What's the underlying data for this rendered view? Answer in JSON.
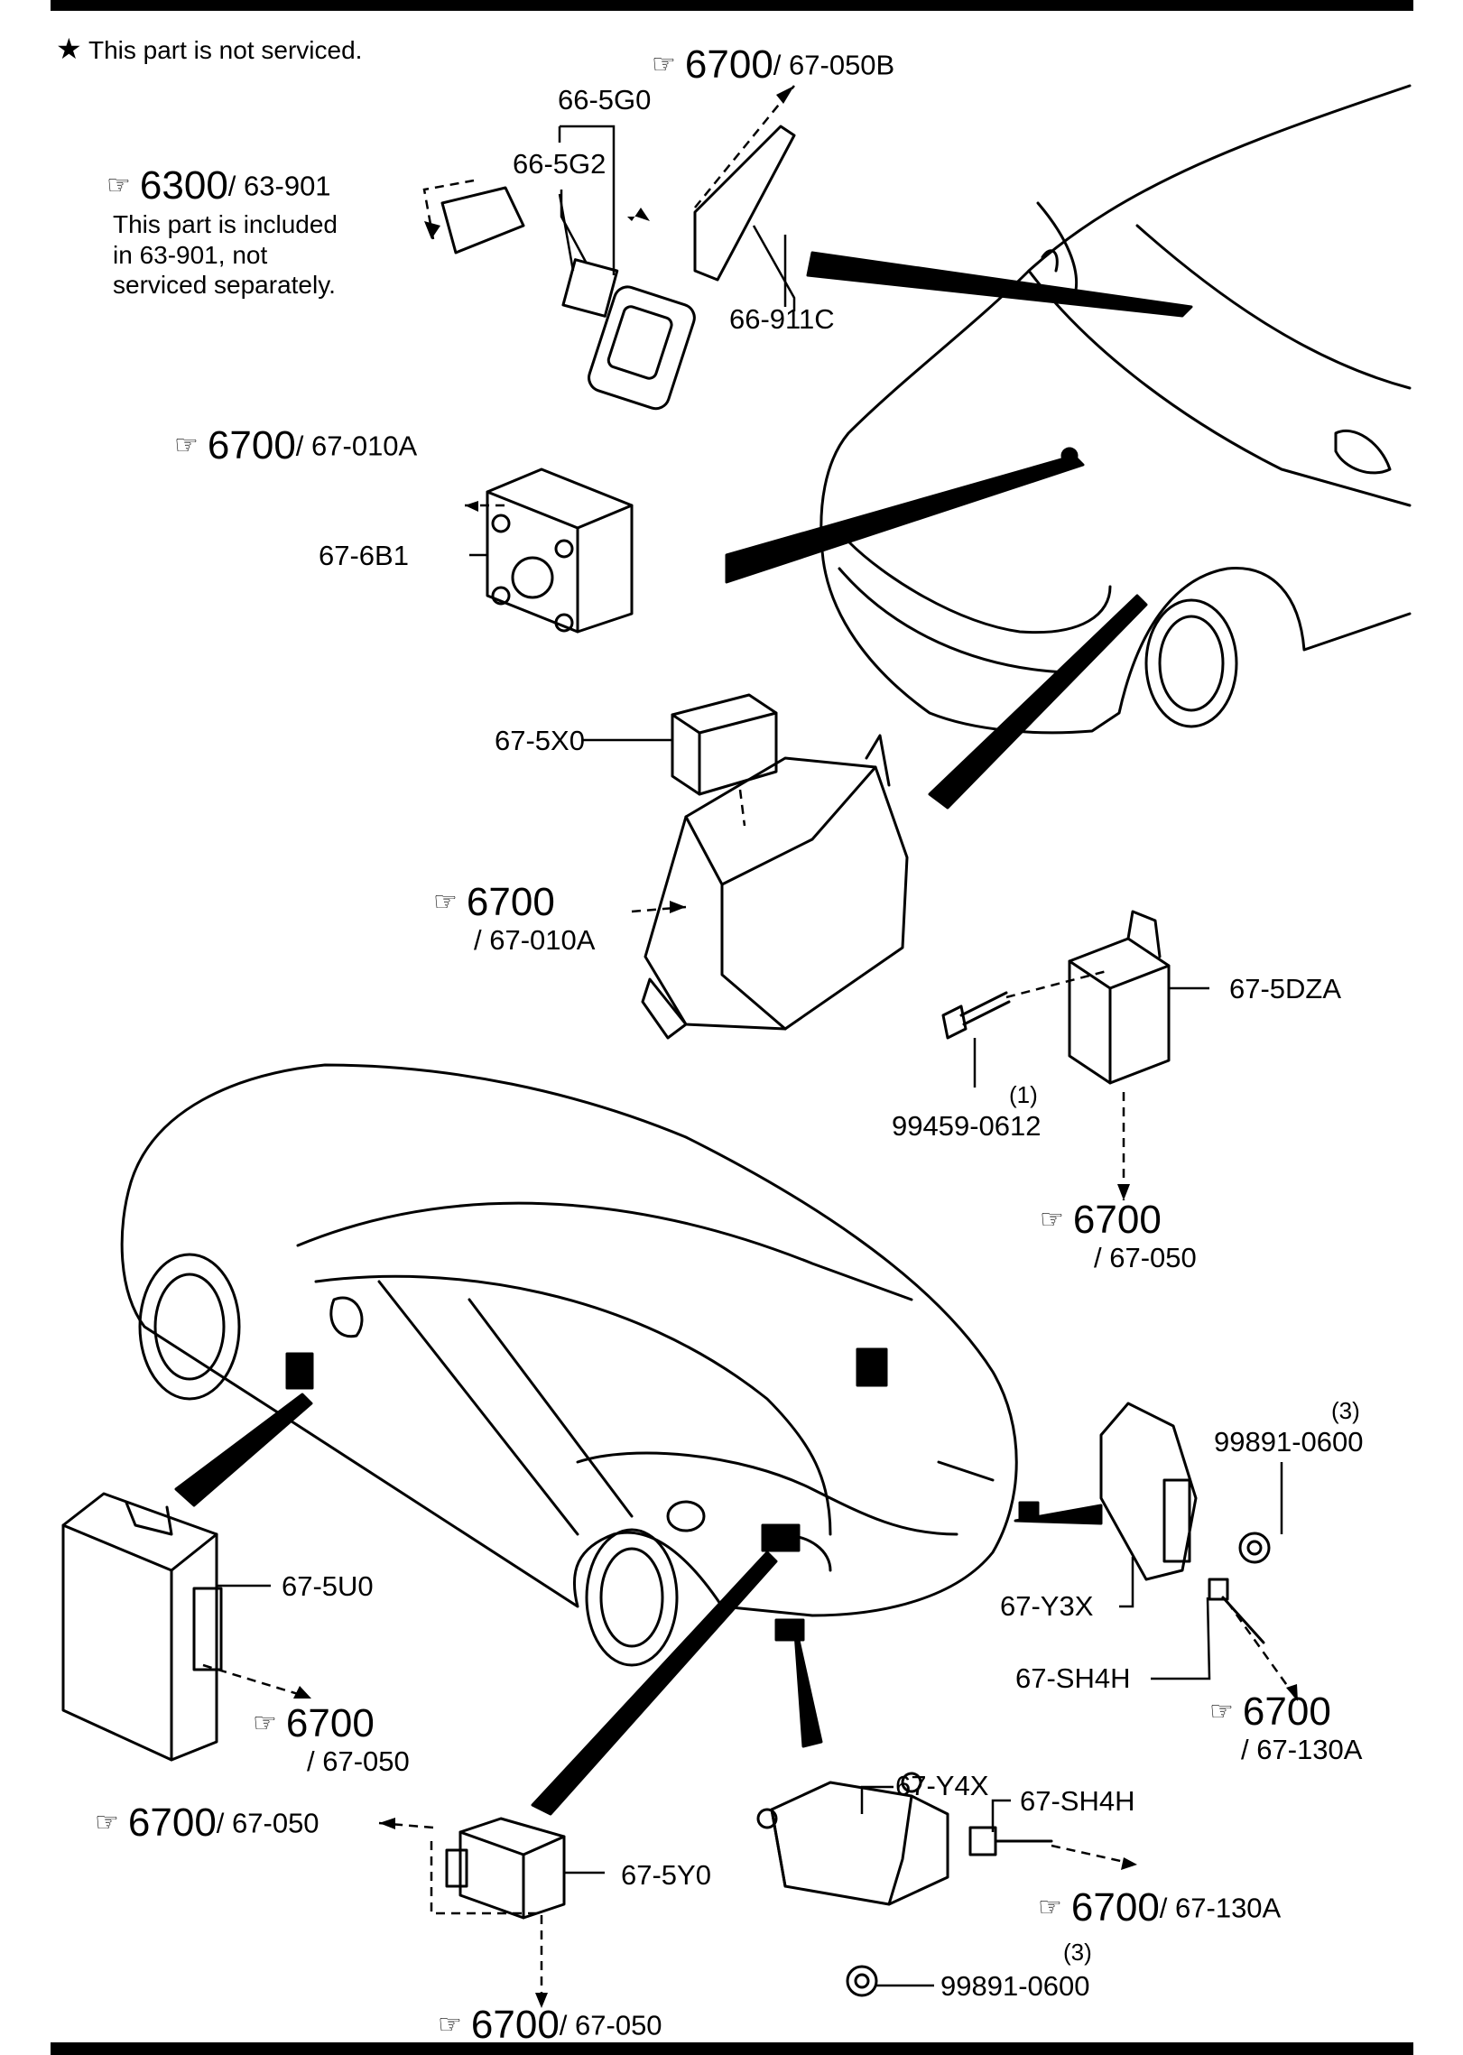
{
  "legend": {
    "star": "★",
    "text": "This part is not serviced."
  },
  "hand_glyph": "☞",
  "refs": [
    {
      "id": "r1",
      "big": "6700",
      "small": "/ 67-050B"
    },
    {
      "id": "r2",
      "big": "6300",
      "small": "/ 63-901"
    },
    {
      "id": "r3",
      "big": "6700",
      "small": "/ 67-010A"
    },
    {
      "id": "r4",
      "big": "6700",
      "small": "/ 67-010A"
    },
    {
      "id": "r5",
      "big": "6700",
      "small": "/ 67-050"
    },
    {
      "id": "r6",
      "big": "6700",
      "small": "/ 67-050"
    },
    {
      "id": "r7",
      "big": "6700",
      "small": "/ 67-130A"
    },
    {
      "id": "r8",
      "big": "6700",
      "small": "/ 67-050"
    },
    {
      "id": "r9",
      "big": "6700",
      "small": "/ 67-130A"
    },
    {
      "id": "r10",
      "big": "6700",
      "small": "/ 67-050"
    }
  ],
  "note": [
    "This part is included",
    "in  63-901, not",
    "serviced separately."
  ],
  "parts": {
    "p665G0": "66-5G0",
    "p665G2": "66-5G2",
    "p66911C": "66-911C",
    "p676B1": "67-6B1",
    "p675X0": "67-5X0",
    "p675DZA": "67-5DZA",
    "p99459": "99459-0612",
    "q1": "(1)",
    "p675U0": "67-5U0",
    "p67Y3X": "67-Y3X",
    "p67SH4H_a": "67-SH4H",
    "p99891_a": "99891-0600",
    "q3a": "(3)",
    "p67Y4X": "67-Y4X",
    "p67SH4H_b": "67-SH4H",
    "p675Y0": "67-5Y0",
    "p99891_b": "99891-0600",
    "q3b": "(3)"
  }
}
